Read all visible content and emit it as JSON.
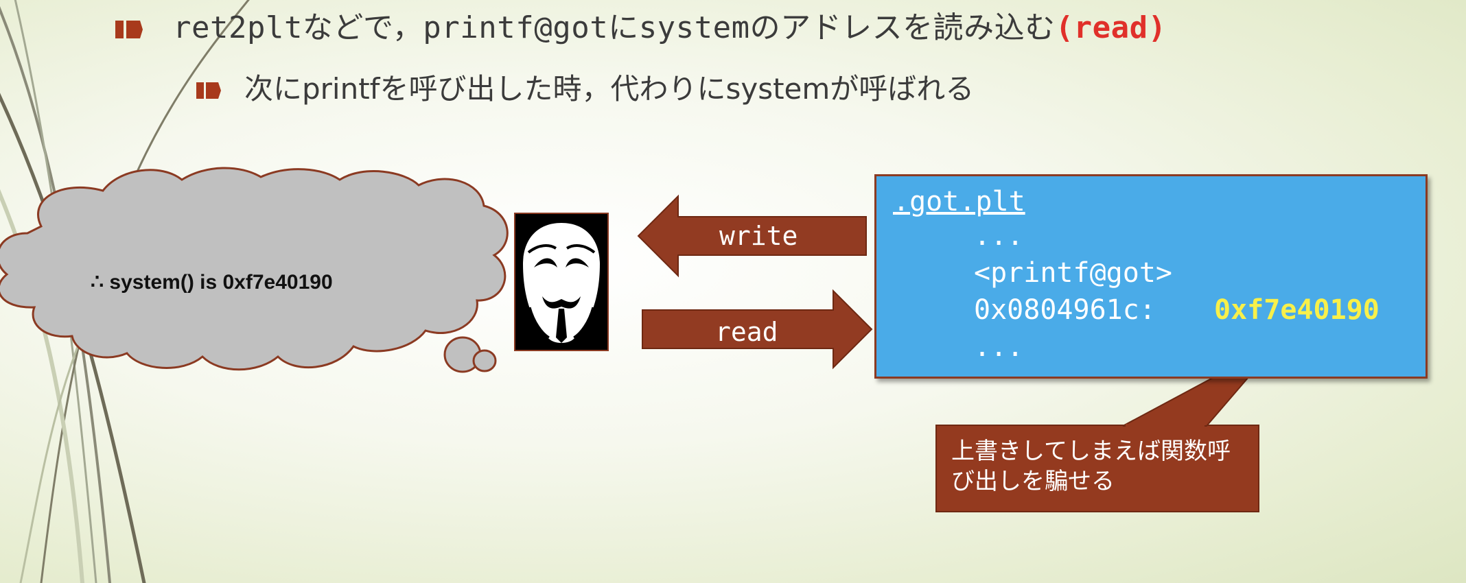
{
  "bullets": {
    "level1": {
      "prefix": "ret2pltなどで，printf@gotにsystemのアドレスを読み込む",
      "emphasis": "(read)"
    },
    "level2": {
      "text": "次にprintfを呼び出した時，代わりにsystemが呼ばれる"
    }
  },
  "thought_bubble": {
    "text": "∴ system() is 0xf7e40190"
  },
  "arrows": {
    "write_label": "write",
    "read_label": "read"
  },
  "got_table": {
    "header": ".got.plt",
    "dots_top": "...",
    "symbol": "<printf@got>",
    "address": "0x0804961c:",
    "value": "0xf7e40190",
    "dots_bottom": "..."
  },
  "callout": {
    "text": "上書きしてしまえば関数呼び出しを騙せる"
  },
  "colors": {
    "bullet_marker": "#a83a1c",
    "arrow_fill": "#923b22",
    "got_box_fill": "#4aabe8",
    "highlight_value": "#f8f04a",
    "emphasis_text": "#e0302a",
    "callout_fill": "#943a1f",
    "bubble_fill": "#c0c0c0"
  },
  "icons": {
    "attacker": "guy-fawkes-mask-icon"
  }
}
